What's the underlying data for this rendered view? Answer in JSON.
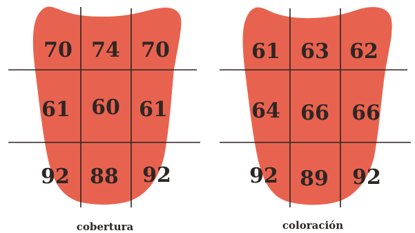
{
  "colors": {
    "tongue": "#e8634f",
    "grid": "#2b2523",
    "text": "#2e2624",
    "background": "#ffffff"
  },
  "panels": [
    {
      "caption": "cobertura",
      "grid": [
        [
          "70",
          "74",
          "70"
        ],
        [
          "61",
          "60",
          "61"
        ],
        [
          "92",
          "88",
          "92"
        ]
      ]
    },
    {
      "caption": "coloración",
      "grid": [
        [
          "61",
          "63",
          "62"
        ],
        [
          "64",
          "66",
          "66"
        ],
        [
          "92",
          "89",
          "92"
        ]
      ]
    }
  ]
}
